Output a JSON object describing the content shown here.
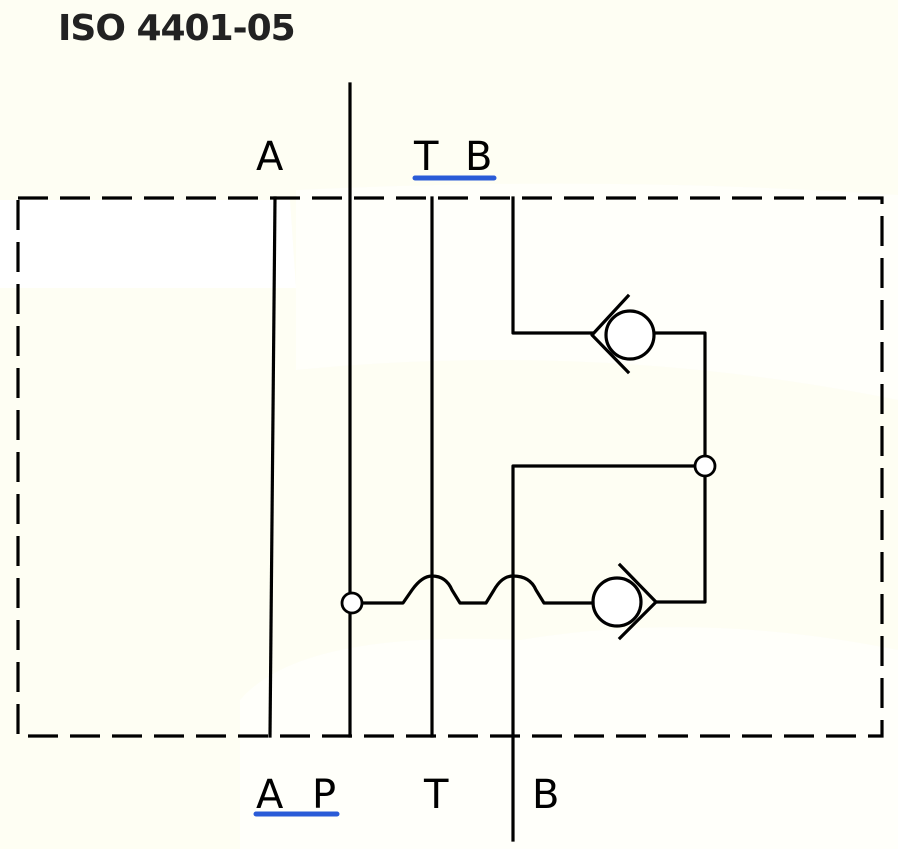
{
  "title": "ISO 4401-05",
  "labels": {
    "top_a": "A",
    "top_t": "T",
    "top_b": "B",
    "bottom_a": "A",
    "bottom_p": "P",
    "bottom_t": "T",
    "bottom_b": "B"
  },
  "colors": {
    "background": "#fefef3",
    "lines": "#000000",
    "underline_accent": "#2a5bd7"
  }
}
